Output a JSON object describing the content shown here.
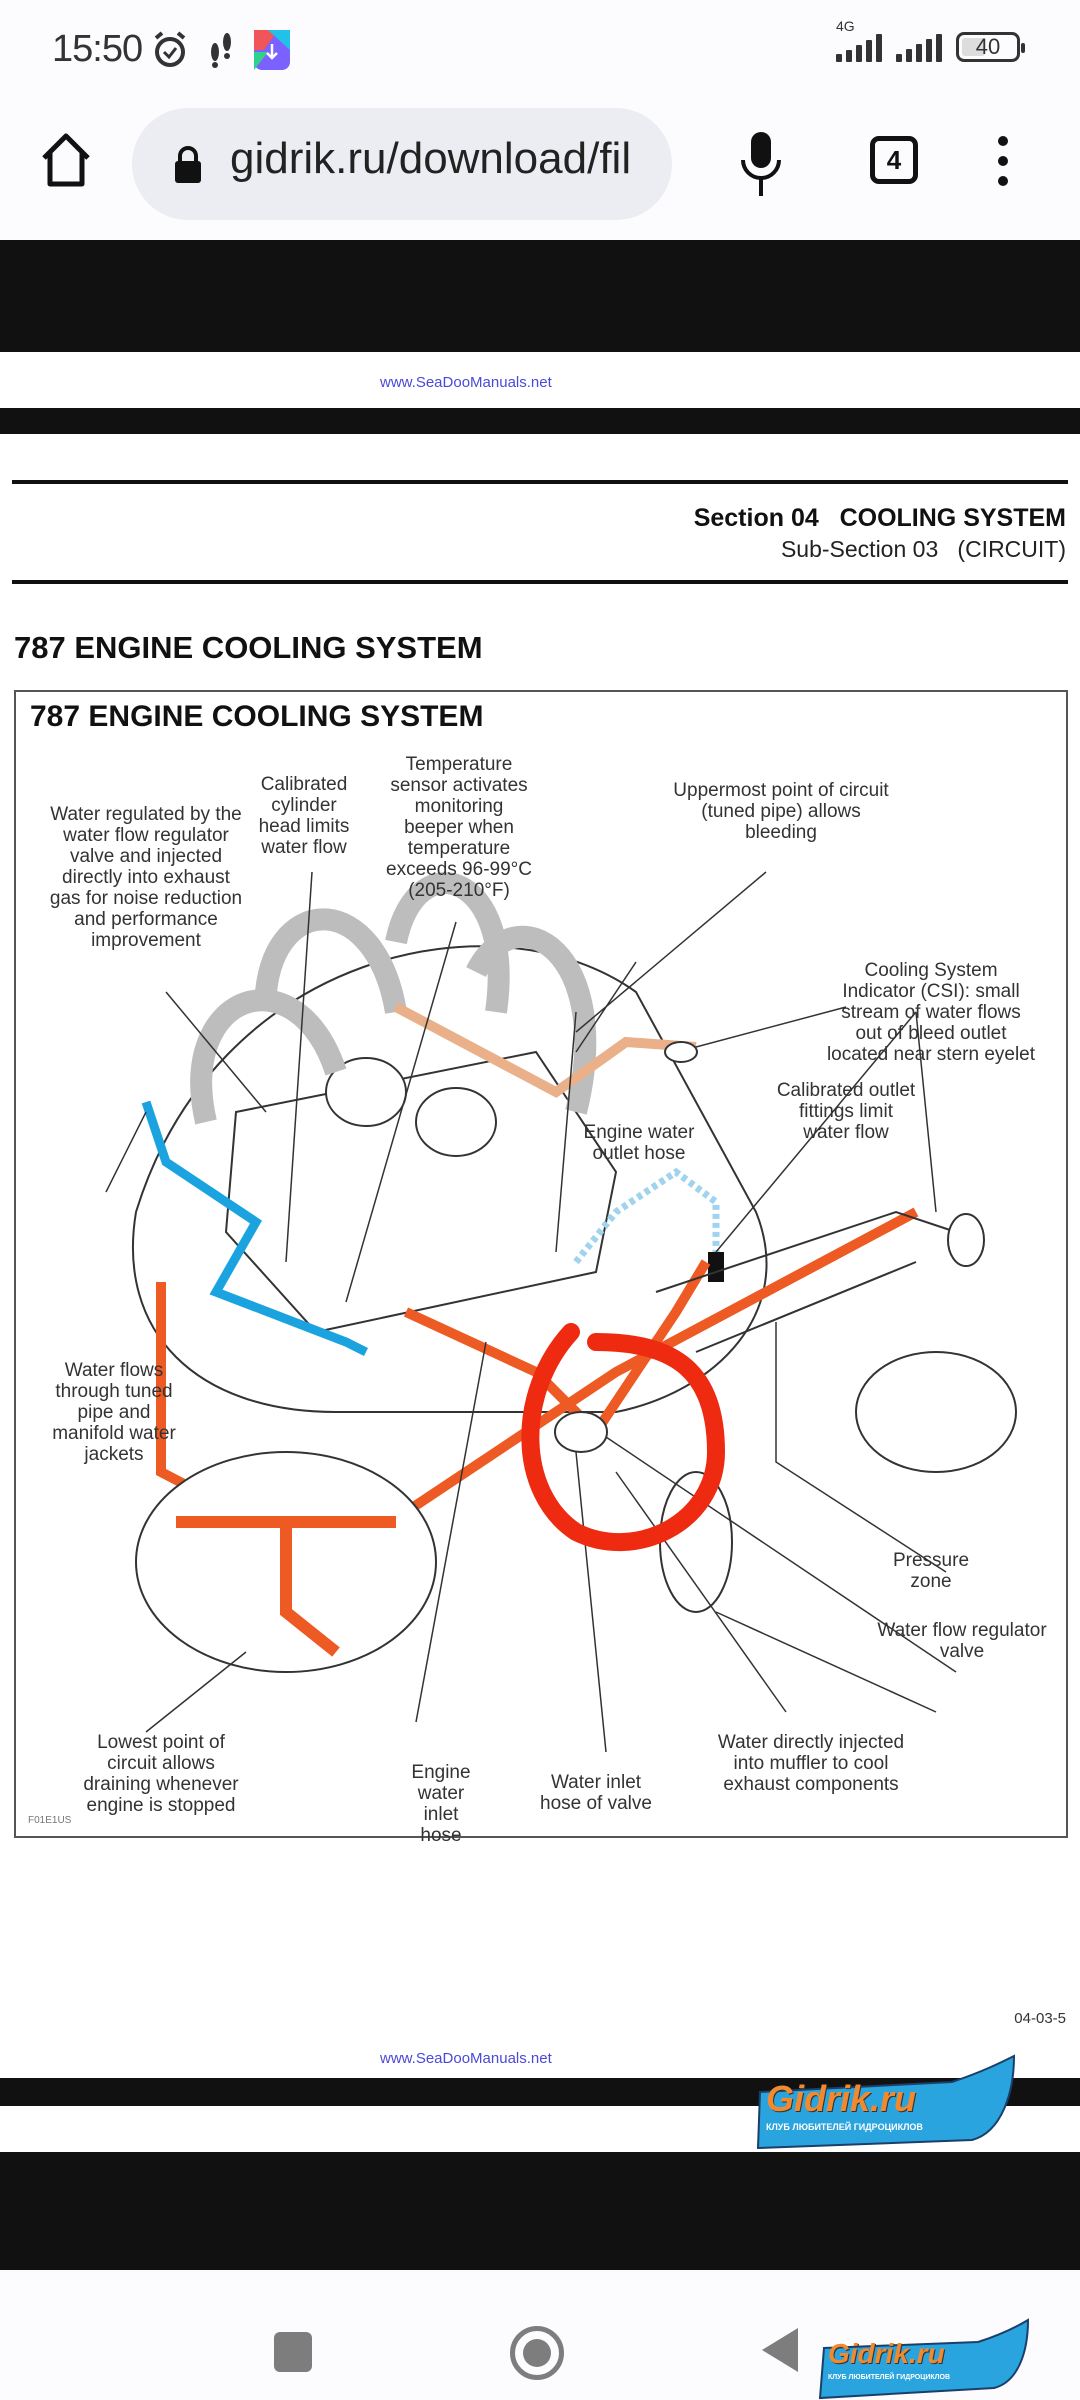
{
  "status_bar": {
    "time": "15:50",
    "network_type": "4G",
    "battery_level": "40",
    "icons": [
      "alarm-clock-icon",
      "footsteps-icon",
      "app-notification-icon",
      "signal-sim1-icon",
      "signal-sim2-icon",
      "battery-icon"
    ]
  },
  "browser": {
    "url": "gidrik.ru/download/fil",
    "tab_count": "4",
    "icons": [
      "home-icon",
      "lock-icon",
      "microphone-icon",
      "tab-switcher-icon",
      "overflow-menu-icon"
    ]
  },
  "document": {
    "header_link_top": "www.SeaDooManuals.net",
    "section_title": "Section 04   COOLING SYSTEM",
    "sub_section": "Sub-Section 03   (CIRCUIT)",
    "page_heading": "787 ENGINE COOLING SYSTEM",
    "figure": {
      "title": "787 ENGINE COOLING SYSTEM",
      "figure_code": "F01E1US",
      "callouts": {
        "water_regulated": "Water regulated by the water flow regulator valve and injected directly into exhaust gas for noise reduction and performance improvement",
        "calibrated_head": "Calibrated cylinder head limits water flow",
        "temp_sensor": "Temperature sensor activates monitoring beeper when temperature exceeds 96-99°C (205-210°F)",
        "uppermost_point": "Uppermost point of circuit (tuned pipe) allows bleeding",
        "csi": "Cooling System Indicator (CSI): small stream of water flows out of bleed outlet located near stern eyelet",
        "outlet_hose": "Engine water outlet hose",
        "calibrated_outlet": "Calibrated outlet fittings limit water flow",
        "tuned_pipe": "Water flows through tuned pipe and manifold water jackets",
        "pressure_zone": "Pressure zone",
        "regulator_valve": "Water flow regulator valve",
        "lowest_point": "Lowest point of circuit allows draining whenever engine is stopped",
        "inlet_hose": "Engine water inlet hose",
        "valve_inlet_hose": "Water inlet hose of valve",
        "muffler": "Water directly injected into muffler to cool exhaust components"
      }
    },
    "page_number": "04-03-5",
    "header_link_bottom": "www.SeaDooManuals.net",
    "watermark_name": "Gidrik.ru",
    "watermark_tagline": "КЛУБ ЛЮБИТЕЛЕЙ ГИДРОЦИКЛОВ"
  },
  "colors": {
    "hot_water": "#ee5a24",
    "cold_water": "#1ba3e0",
    "exhaust_hose": "#e9b08a",
    "water_jacket": "#bdbdbd",
    "annotation_circle": "#ee2a10",
    "link": "#4b49d8"
  },
  "nav_bar": {
    "icons": [
      "recent-apps-icon",
      "home-circle-icon",
      "back-icon"
    ]
  }
}
